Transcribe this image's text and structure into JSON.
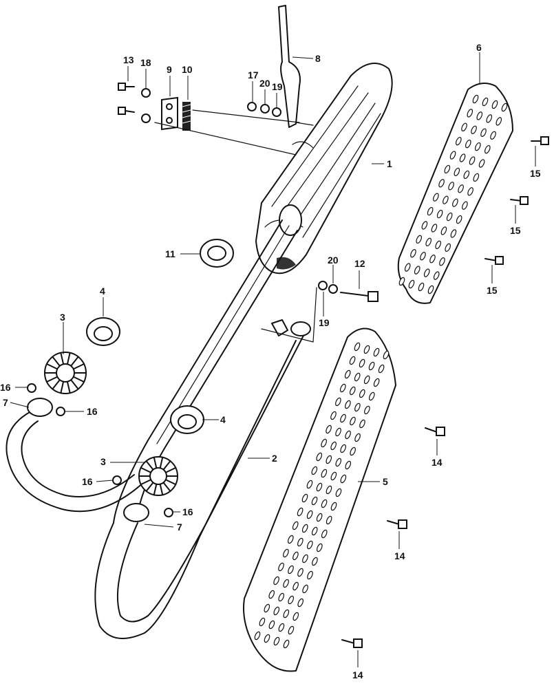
{
  "callouts": {
    "c1": "1",
    "c2": "2",
    "c3a": "3",
    "c3b": "3",
    "c4a": "4",
    "c4b": "4",
    "c5": "5",
    "c6": "6",
    "c7a": "7",
    "c7b": "7",
    "c8": "8",
    "c9": "9",
    "c10": "10",
    "c11": "11",
    "c12": "12",
    "c13": "13",
    "c14a": "14",
    "c14b": "14",
    "c14c": "14",
    "c15a": "15",
    "c15b": "15",
    "c15c": "15",
    "c16a": "16",
    "c16b": "16",
    "c16c": "16",
    "c16d": "16",
    "c17": "17",
    "c18": "18",
    "c19a": "19",
    "c19b": "19",
    "c20a": "20",
    "c20b": "20"
  }
}
